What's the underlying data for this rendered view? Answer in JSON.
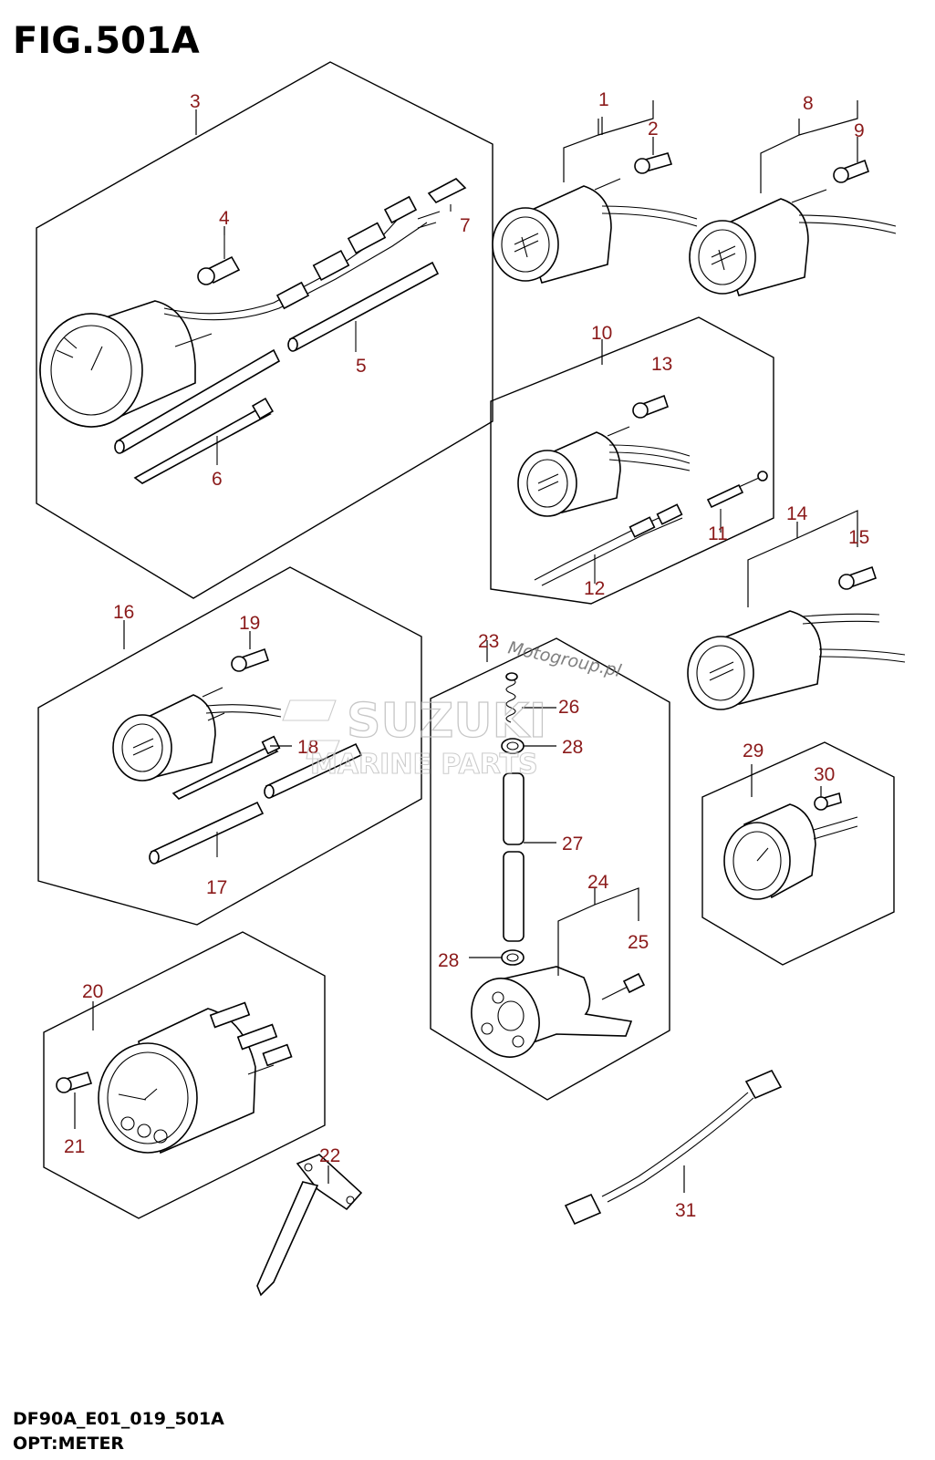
{
  "figure": {
    "title": "FIG.501A",
    "code": "DF90A_E01_019_501A",
    "name": "OPT:METER"
  },
  "watermark": {
    "brand": "SUZUKI",
    "subtitle": "MARINE PARTS",
    "site": "Motogroup.pl"
  },
  "callouts": {
    "c1": "1",
    "c2": "2",
    "c3": "3",
    "c4": "4",
    "c5": "5",
    "c6": "6",
    "c7": "7",
    "c8": "8",
    "c9": "9",
    "c10": "10",
    "c11": "11",
    "c12": "12",
    "c13": "13",
    "c14": "14",
    "c15": "15",
    "c16": "16",
    "c17": "17",
    "c18": "18",
    "c19": "19",
    "c20": "20",
    "c21": "21",
    "c22": "22",
    "c23": "23",
    "c24": "24",
    "c25": "25",
    "c26": "26",
    "c27": "27",
    "c28a": "28",
    "c28b": "28",
    "c29": "29",
    "c30": "30",
    "c31": "31"
  },
  "colors": {
    "callout": "#8b1a1a",
    "line": "#000000",
    "watermark": "#bdbdbd"
  }
}
